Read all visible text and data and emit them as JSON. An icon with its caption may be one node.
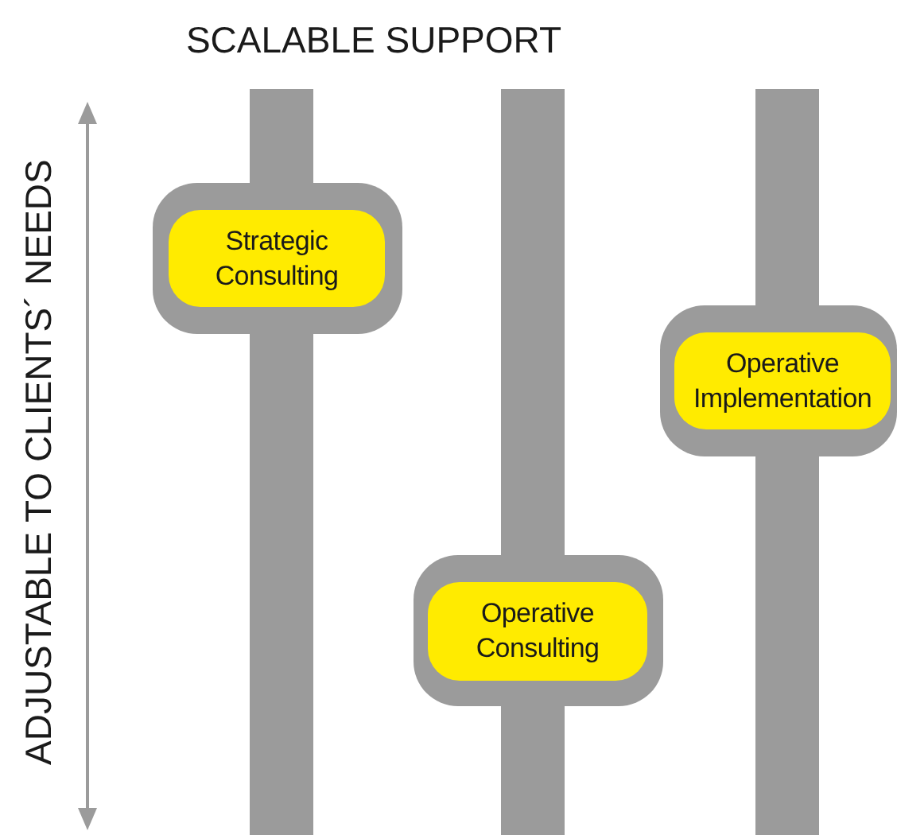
{
  "diagram": {
    "title": "SCALABLE SUPPORT",
    "nodes": [
      {
        "text": [
          "Strategic Consulting"
        ]
      },
      {
        "text": [
          "Operative Implementation"
        ]
      },
      {
        "text": [
          "Operative Consulting"
        ]
      }
    ],
    "labels": [
      "ADJUSTABLE TO CLIENTS´ NEEDS"
    ]
  }
}
